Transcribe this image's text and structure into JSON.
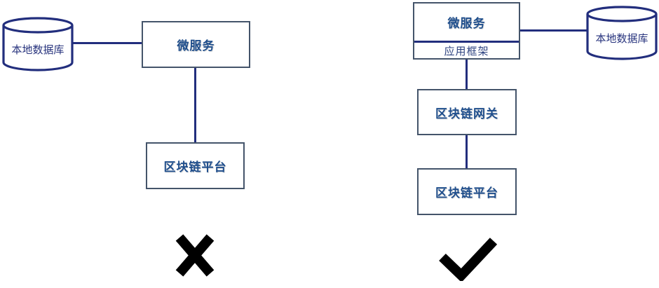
{
  "diagram_title": "",
  "colors": {
    "background": "#ffffff",
    "connector_line": "#222E7D",
    "box_border": "#44546A",
    "cylinder_outline": "#222E7D",
    "heading_text": "#1F4E8C",
    "body_text": "#27337D",
    "verdict_symbol": "#000000"
  },
  "left_diagram": {
    "database": "本地数据库",
    "microservice": "微服务",
    "platform": "区块链平台",
    "verdict_icon": "heavy-cross"
  },
  "right_diagram": {
    "microservice": "微服务",
    "framework": "应用框架",
    "database": "本地数据库",
    "gateway": "区块链网关",
    "platform": "区块链平台",
    "verdict_icon": "heavy-checkmark"
  }
}
